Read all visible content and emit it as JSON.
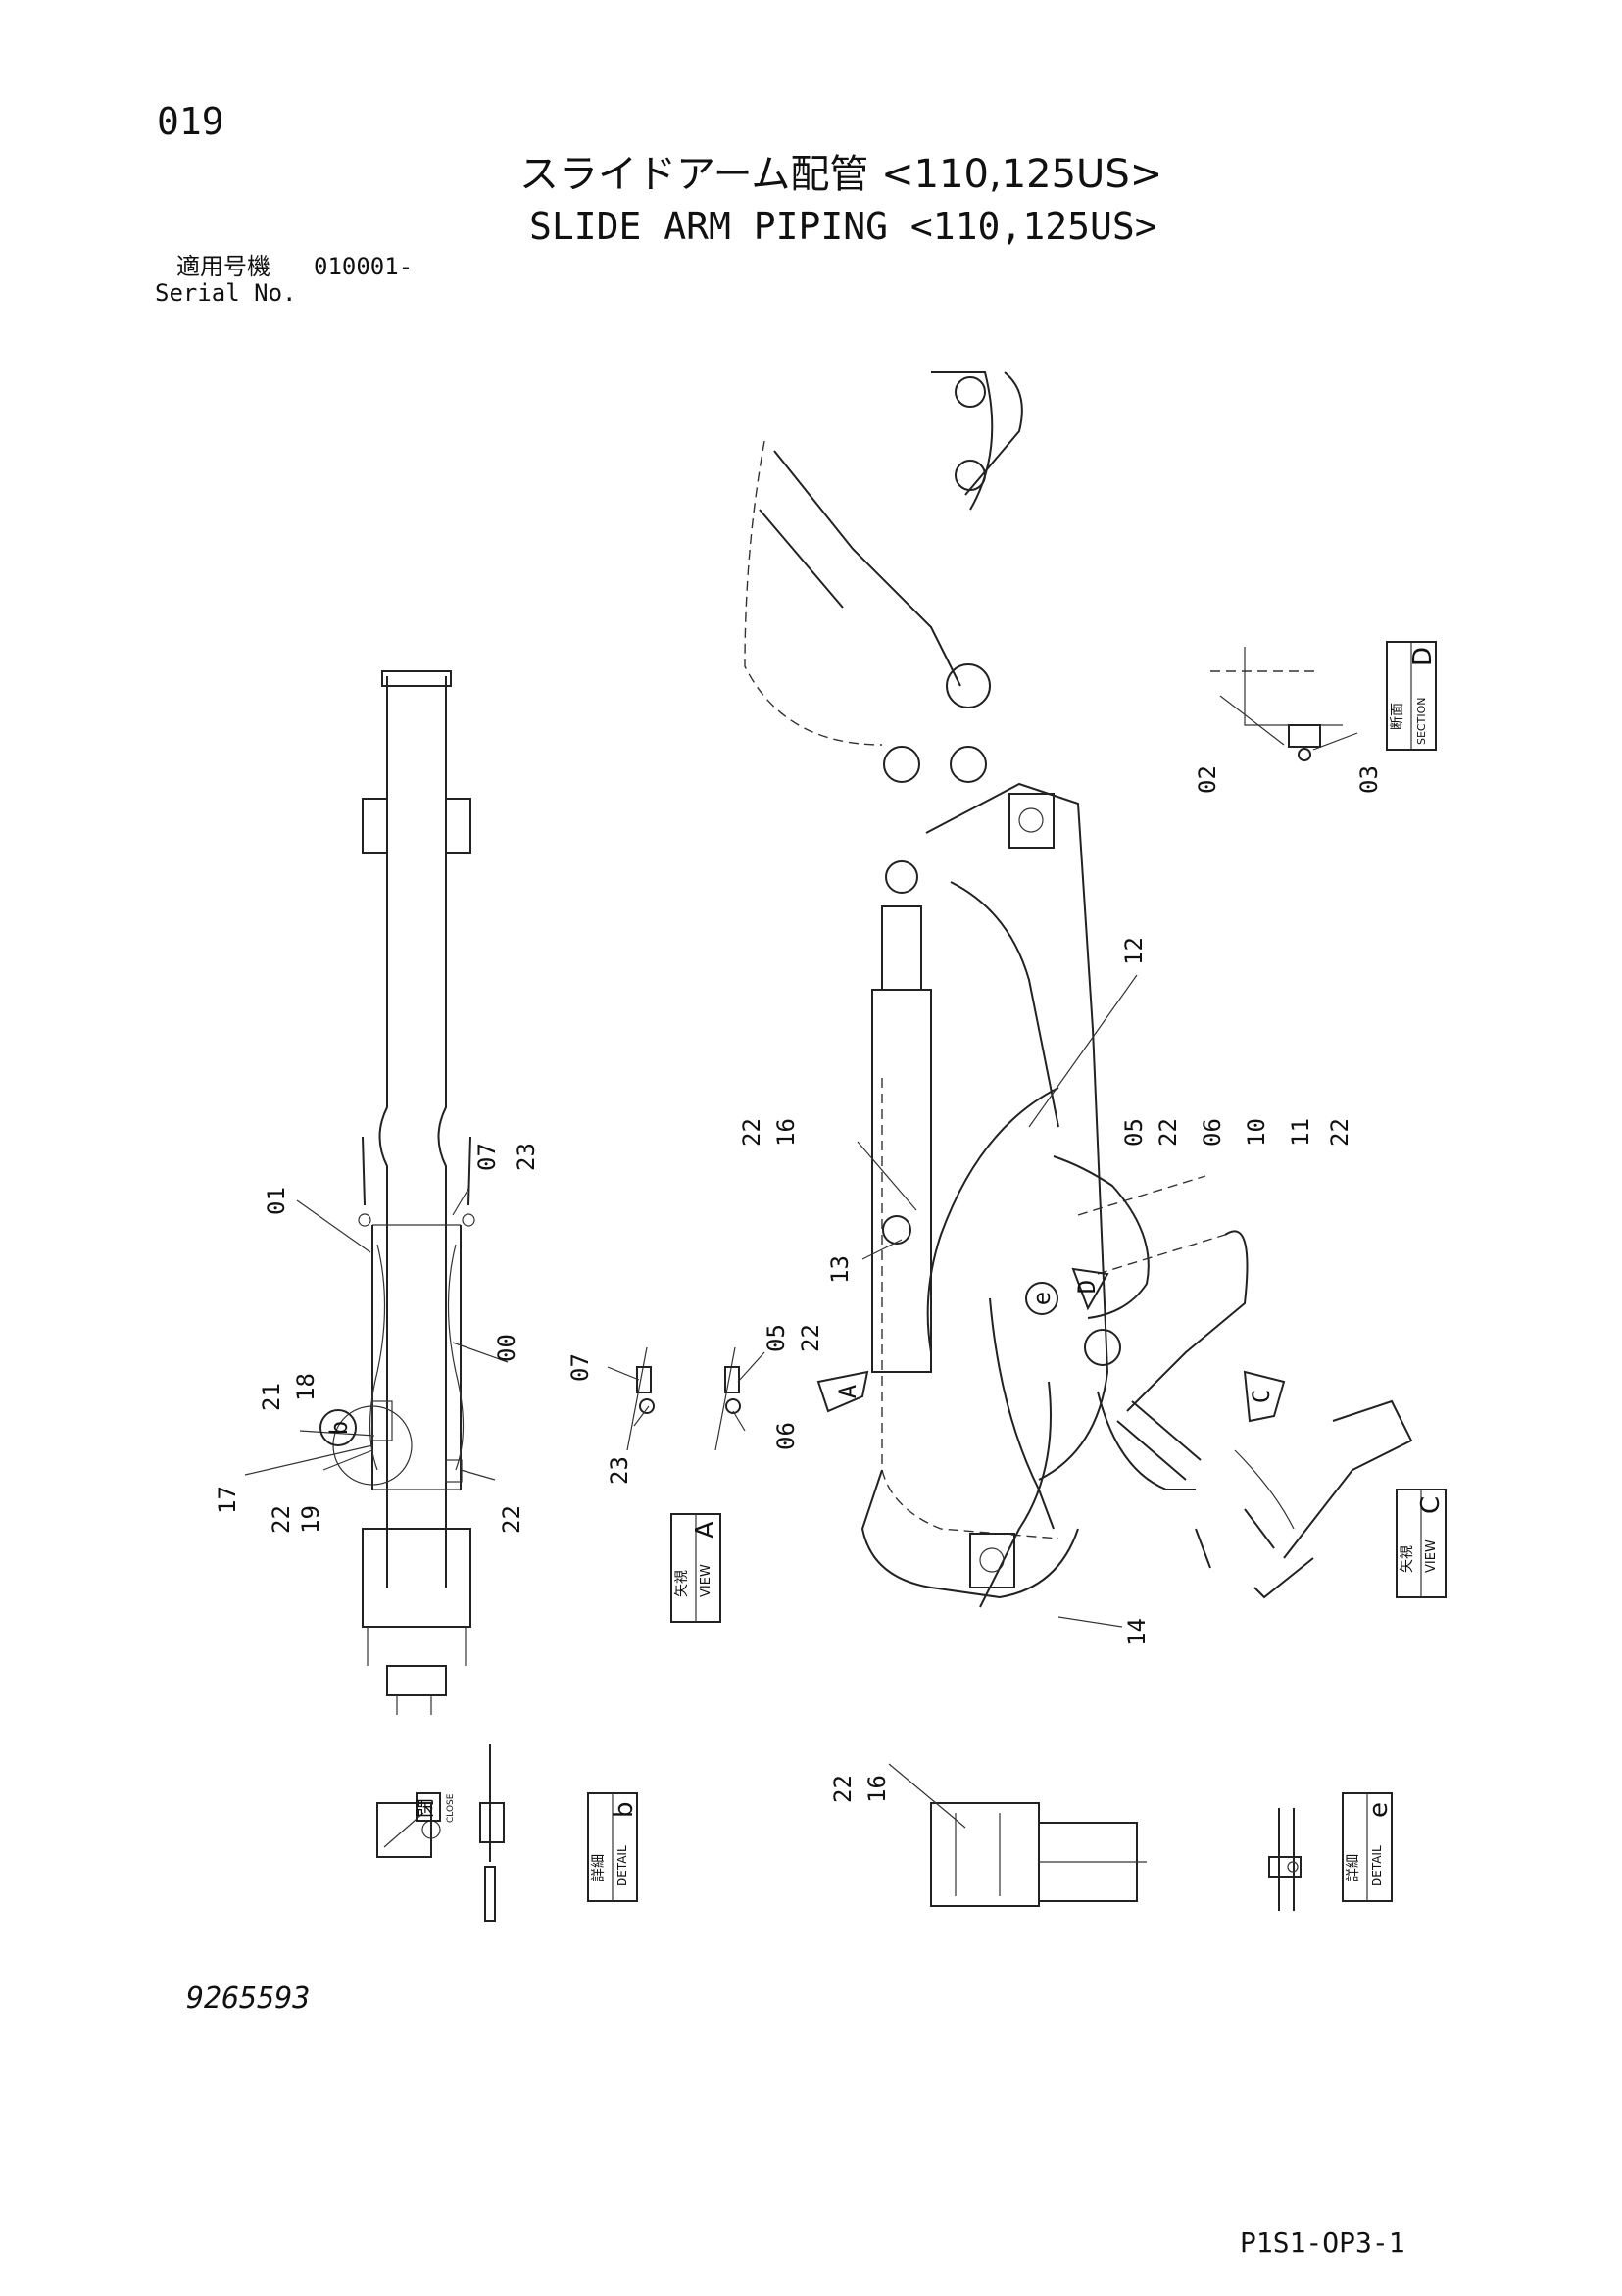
{
  "header": {
    "page_number": "019",
    "title_jp": "スライドアーム配管 <110,125US>",
    "title_en": "SLIDE ARM PIPING <110,125US>",
    "serial_label_jp": "適用号機",
    "serial_value": "010001-",
    "serial_label_en": "Serial No."
  },
  "footer": {
    "drawing_number": "9265593",
    "sheet_code": "P1S1-OP3-1"
  },
  "callouts": {
    "c01": "01",
    "c07a": "07",
    "c23a": "23",
    "c00": "00",
    "c21": "21",
    "c18": "18",
    "c17": "17",
    "c22a": "22",
    "c19": "19",
    "c22b": "22",
    "c07b": "07",
    "c23b": "23",
    "c05a": "05",
    "c22c": "22",
    "c06a": "06",
    "c22d": "22",
    "c16a": "16",
    "c13": "13",
    "c12": "12",
    "c05b": "05",
    "c22e": "22",
    "c06b": "06",
    "c10": "10",
    "c11": "11",
    "c22f": "22",
    "c02": "02",
    "c03": "03",
    "c14": "14",
    "c22g": "22",
    "c16b": "16",
    "mark_b": "b",
    "mark_e": "e",
    "mark_A": "A",
    "mark_D": "D",
    "mark_C": "C"
  },
  "view_boxes": {
    "view_a": {
      "jp": "矢視",
      "en": "VIEW",
      "letter": "A"
    },
    "view_c": {
      "jp": "矢視",
      "en": "VIEW",
      "letter": "C"
    },
    "section_d": {
      "jp": "断面",
      "en": "SECTION",
      "letter": "D"
    },
    "detail_b": {
      "jp": "詳細",
      "en": "DETAIL",
      "letter": "b"
    },
    "detail_e": {
      "jp": "詳細",
      "en": "DETAIL",
      "letter": "e"
    }
  },
  "symbols": {
    "close_jp": "閉",
    "close_en": "CLOSE"
  }
}
